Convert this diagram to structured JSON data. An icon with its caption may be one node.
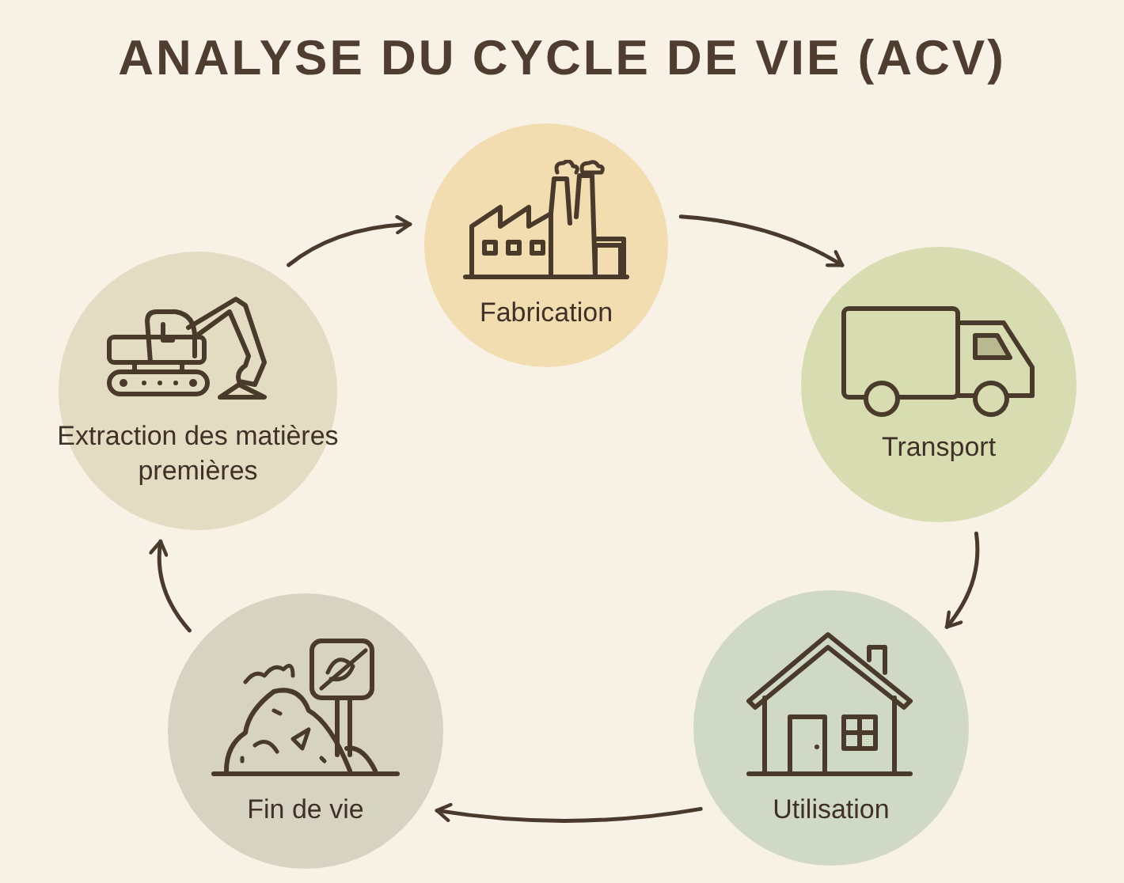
{
  "diagram": {
    "title": "ANALYSE DU CYCLE DE VIE (ACV)",
    "nodes": [
      {
        "text": [
          "Extraction des matières premières"
        ]
      },
      {
        "text": [
          "Fabrication"
        ]
      },
      {
        "text": [
          "Transport"
        ]
      },
      {
        "text": [
          "Utilisation"
        ]
      },
      {
        "text": [
          "Fin de vie"
        ]
      }
    ],
    "edges": [
      {
        "from": 0,
        "to": 1,
        "arrow": "to"
      },
      {
        "from": 1,
        "to": 2,
        "arrow": "to"
      },
      {
        "from": 2,
        "to": 3,
        "arrow": "to"
      },
      {
        "from": 3,
        "to": 4,
        "arrow": "to"
      },
      {
        "from": 4,
        "to": 0,
        "arrow": "to"
      }
    ]
  }
}
